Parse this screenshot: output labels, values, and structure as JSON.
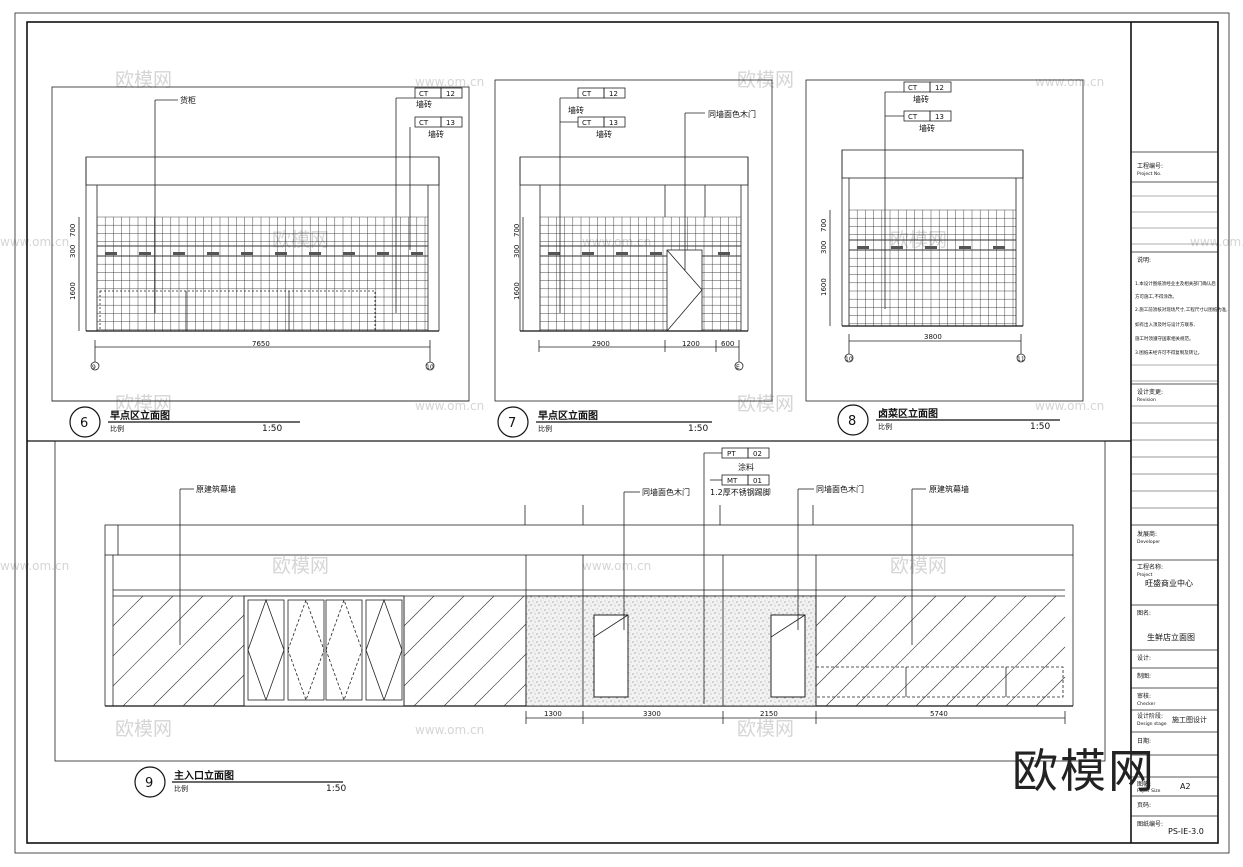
{
  "watermarks": {
    "site_cn": "欧模网",
    "site_url": "www.om.cn",
    "corner_logo": "欧模网"
  },
  "tags": {
    "ct12": {
      "code": "CT",
      "num": "12"
    },
    "ct13": {
      "code": "CT",
      "num": "13"
    },
    "pt02": {
      "code": "PT",
      "num": "02"
    },
    "mt01": {
      "code": "MT",
      "num": "01"
    }
  },
  "labels": {
    "shelf": "货柜",
    "wall_tile": "墙砖",
    "wood_door": "同墙面色木门",
    "paint": "涂料",
    "ss_frame": "1.2厚不锈钢踢脚",
    "curtain_wall": "原建筑幕墙"
  },
  "dims": {
    "h700": "700",
    "h300": "300",
    "h1600": "1600",
    "d6_w": "7650",
    "d7_a": "2900",
    "d7_b": "1200",
    "d7_c": "600",
    "d8_w": "3800",
    "d9_a": "1300",
    "d9_b": "3300",
    "d9_c": "2150",
    "d9_d": "5740"
  },
  "axes": {
    "d6_left": "9",
    "d6_right": "10",
    "d7_right": "E",
    "d8_left": "10",
    "d8_right": "11"
  },
  "drawings": [
    {
      "num": "6",
      "title": "早点区立面图",
      "scale_label": "比例",
      "scale": "1:50"
    },
    {
      "num": "7",
      "title": "早点区立面图",
      "scale_label": "比例",
      "scale": "1:50"
    },
    {
      "num": "8",
      "title": "卤菜区立面图",
      "scale_label": "比例",
      "scale": "1:50"
    },
    {
      "num": "9",
      "title": "主入口立面图",
      "scale_label": "比例",
      "scale": "1:50"
    }
  ],
  "title_block": {
    "project_no_cn": "工程编号:",
    "project_no_en": "Project No.",
    "notes_cn": "说明:",
    "notes": [
      "1.本设计图纸须经业主及相关部门确认后",
      "方可施工,不得涂改。",
      "2.施工前须核对现场尺寸,工程尺寸以图纸为准,",
      "如有出入须及时与设计方联系,",
      "施工时须遵守国家相关规范。",
      "3.图纸未经许可不得复制及转让。"
    ],
    "revision_cn": "设计变更:",
    "revision_en": "Revision",
    "developer_cn": "发展商:",
    "developer_en": "Developer",
    "project_name_cn": "工程名称:",
    "project_name_en": "Project",
    "project_name": "旺盛商业中心",
    "drawing_name_cn": "图名:",
    "drawing_name": "生鲜店立面图",
    "designer_cn": "设计:",
    "drafter_cn": "制图:",
    "checker_cn": "审核:",
    "checker_en": "Checker",
    "stage_cn": "设计阶段:",
    "stage_en": "Design stage",
    "stage": "施工图设计",
    "date_cn": "日期:",
    "size_cn": "图幅:",
    "size_en": "Paper Size",
    "size": "A2",
    "sheet_cn": "页码:",
    "dwg_no_cn": "图纸编号:",
    "dwg_no": "PS-IE-3.0"
  }
}
